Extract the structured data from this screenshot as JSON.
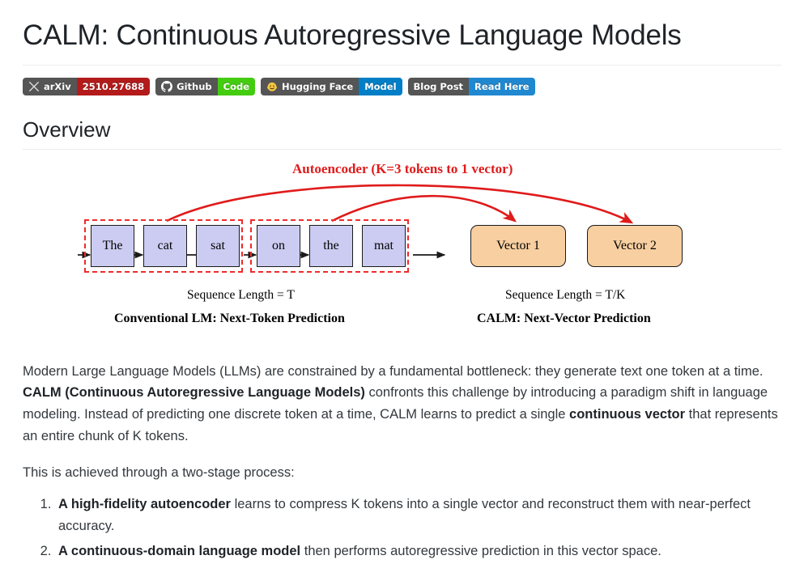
{
  "page": {
    "title": "CALM: Continuous Autoregressive Language Models"
  },
  "badges": [
    {
      "name": "arxiv",
      "icon": "arxiv-icon",
      "label": "arXiv",
      "value": "2510.27688",
      "label_color": "#555555",
      "value_color": "#b31b1b"
    },
    {
      "name": "github",
      "icon": "github-icon",
      "label": "Github",
      "value": "Code",
      "label_color": "#555555",
      "value_color": "#44cc11"
    },
    {
      "name": "huggingface",
      "icon": "hugging-face-icon",
      "label": "Hugging Face",
      "value": "Model",
      "label_color": "#555555",
      "value_color": "#007ec6"
    },
    {
      "name": "blogpost",
      "icon": "",
      "label": "Blog Post",
      "value": "Read Here",
      "label_color": "#555555",
      "value_color": "#2088d0"
    }
  ],
  "overview": {
    "heading": "Overview",
    "figure": {
      "autoencoder_title": "Autoencoder (K=3 tokens to 1 vector)",
      "tokens": [
        "The",
        "cat",
        "sat",
        "on",
        "the",
        "mat"
      ],
      "vectors": [
        "Vector 1",
        "Vector 2"
      ],
      "left_caption_sub": "Sequence Length = T",
      "left_caption_main": "Conventional LM: Next-Token Prediction",
      "right_caption_sub": "Sequence Length = T/K",
      "right_caption_main": "CALM: Next-Vector Prediction",
      "accent_red": "#e01b1b",
      "token_fill": "#ccccf2",
      "vector_fill": "#f8cfa0"
    },
    "paragraph": {
      "p1_a": "Modern Large Language Models (LLMs) are constrained by a fundamental bottleneck: they generate text one token at a time. ",
      "p1_b": "CALM (Continuous Autoregressive Language Models)",
      "p1_c": " confronts this challenge by introducing a paradigm shift in language modeling. Instead of predicting one discrete token at a time, CALM learns to predict a single ",
      "p1_d": "continuous vector",
      "p1_e": " that represents an entire chunk of K tokens."
    },
    "intro_list": "This is achieved through a two-stage process:",
    "list": [
      {
        "bold": "A high-fidelity autoencoder",
        "rest": " learns to compress K tokens into a single vector and reconstruct them with near-perfect accuracy."
      },
      {
        "bold": "A continuous-domain language model",
        "rest": " then performs autoregressive prediction in this vector space."
      }
    ]
  }
}
